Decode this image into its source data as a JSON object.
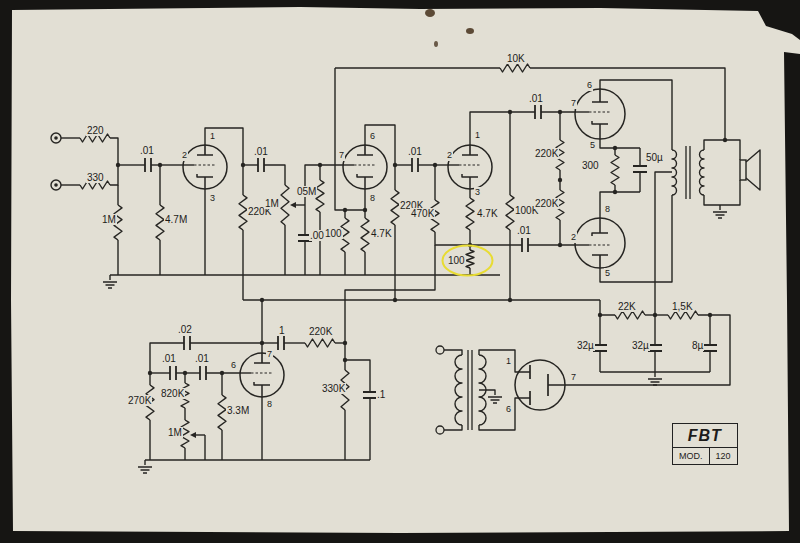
{
  "diagram": {
    "nodes": [
      {
        "text": [
          "FBT",
          "MOD.",
          "120"
        ]
      },
      {
        "text": [
          "100"
        ]
      }
    ],
    "labels": [
      "220",
      "330",
      ".01",
      "1M",
      "4.7M",
      "1",
      "2",
      "3",
      ".01",
      "220K",
      "1M",
      ".002",
      "05M",
      "6",
      "7",
      "8",
      "100",
      "4.7K",
      "220K",
      ".01",
      "2",
      "1",
      "3",
      "470K",
      "4.7K",
      "100K",
      ".01",
      ".01",
      "220K",
      "220K",
      "7",
      "6",
      "5",
      "2",
      "5",
      "8",
      "300",
      "50µ",
      "10K",
      "22K",
      "1,5K",
      "32µ",
      "32µ",
      "8µ",
      "1",
      "6",
      "7",
      ".02",
      ".01",
      ".01",
      "7",
      "6",
      "8",
      "1",
      "220K",
      "270K",
      "820K",
      "1M",
      "3.3M",
      "330K",
      ".1"
    ]
  }
}
